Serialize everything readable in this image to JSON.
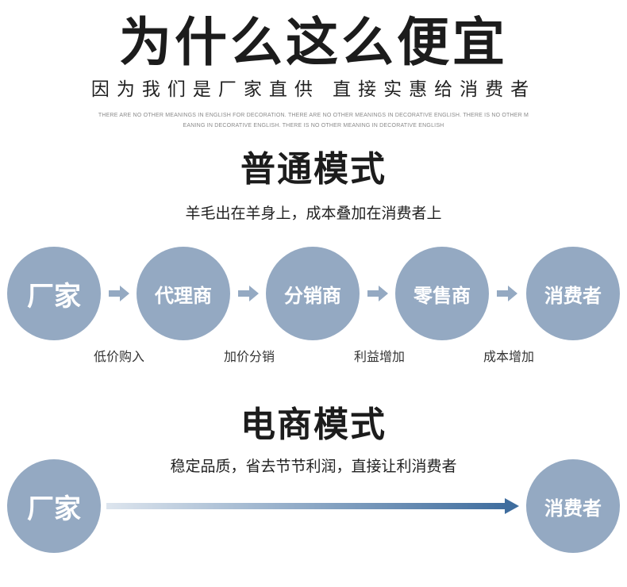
{
  "header": {
    "title": "为什么这么便宜",
    "subtitle": "因为我们是厂家直供  直接实惠给消费者",
    "english_line_1": "THERE ARE NO OTHER MEANINGS IN ENGLISH FOR DECORATION. THERE ARE NO OTHER MEANINGS IN DECORATIVE ENGLISH. THERE IS NO OTHER M",
    "english_line_2": "EANING IN DECORATIVE ENGLISH. THERE IS NO OTHER MEANING IN DECORATIVE ENGLISH"
  },
  "normal_mode": {
    "title": "普通模式",
    "subtitle": "羊毛出在羊身上，成本叠加在消费者上",
    "nodes": [
      "厂家",
      "代理商",
      "分销商",
      "零售商",
      "消费者"
    ],
    "steps": [
      "低价购入",
      "加价分销",
      "利益增加",
      "成本增加"
    ]
  },
  "ecommerce_mode": {
    "title": "电商模式",
    "subtitle": "稳定品质，省去节节利润，直接让利消费者",
    "nodes": [
      "厂家",
      "消费者"
    ]
  },
  "colors": {
    "circle": "#94a9c2",
    "arrow": "#94a9c2",
    "gradient_start": "#dde5ee",
    "gradient_end": "#3f6d9e"
  },
  "icons": [
    "right-arrow-icon"
  ]
}
